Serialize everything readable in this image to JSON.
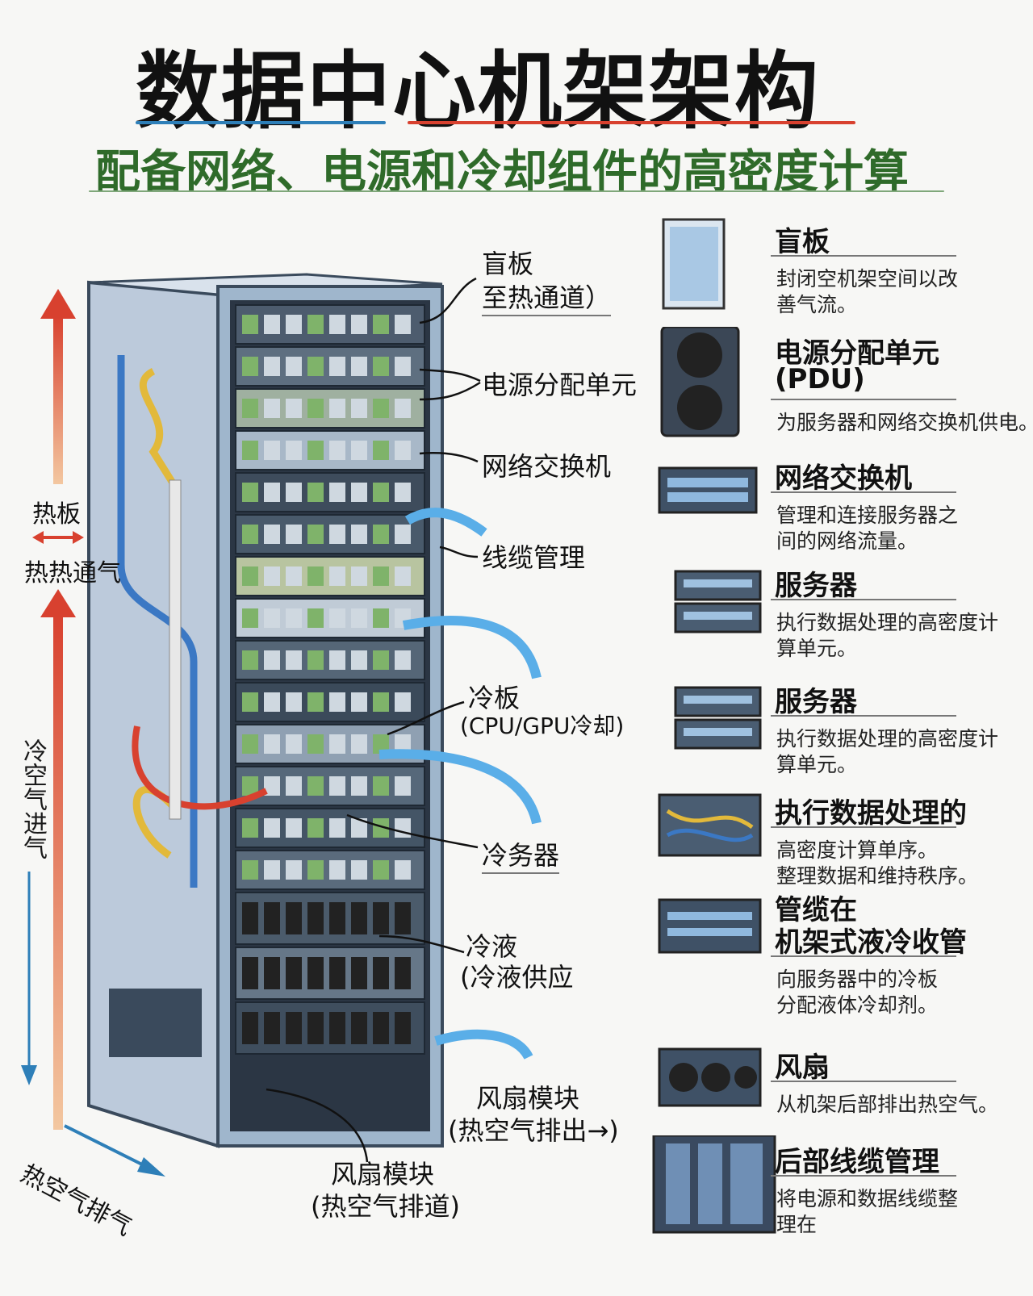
{
  "header": {
    "title": "数据中心机架架构",
    "subtitle": "配备网络、电源和冷却组件的高密度计算"
  },
  "colors": {
    "accent_green": "#2f6b2a",
    "hot_red": "#d8412f",
    "cool_blue": "#2e7fb8",
    "rack_frame": "#9fb6cc"
  },
  "callouts": {
    "blank_panel": [
      "盲板",
      "至热通道）"
    ],
    "pdu": "电源分配单元",
    "switch": "网络交换机",
    "cable_mgmt": "线缆管理",
    "cold_plate": [
      "冷板",
      "(CPU/GPU冷却)"
    ],
    "server": "冷务器",
    "coolant": [
      "冷液",
      "(冷液供应"
    ],
    "fan_module_right": [
      "风扇模块",
      "(热空气排出→)"
    ],
    "fan_module_bottom": [
      "风扇模块",
      "(热空气排道)"
    ]
  },
  "airflow": {
    "hot_plate": "热板",
    "hot_vent": "热热通气",
    "cold_intake": "冷空气进气",
    "hot_exhaust": "热空气排气"
  },
  "legend": [
    {
      "icon": "blank-panel-icon",
      "title": [
        "盲板"
      ],
      "desc": [
        "封闭空机架空间以改",
        "善气流。"
      ]
    },
    {
      "icon": "pdu-icon",
      "title": [
        "电源分配单元",
        "(PDU)"
      ],
      "desc": [
        "为服务器和网络交换机供电。"
      ]
    },
    {
      "icon": "network-switch-icon",
      "title": [
        "网络交换机"
      ],
      "desc": [
        "管理和连接服务器之",
        "间的网络流量。"
      ]
    },
    {
      "icon": "server-icon",
      "title": [
        "服务器"
      ],
      "desc": [
        "执行数据处理的高密度计",
        "算单元。"
      ]
    },
    {
      "icon": "server-icon",
      "title": [
        "服务器"
      ],
      "desc": [
        "执行数据处理的高密度计",
        "算单元。"
      ]
    },
    {
      "icon": "cable-server-icon",
      "title": [
        "执行数据处理的"
      ],
      "desc": [
        "高密度计算单序。",
        "整理数据和维持秩序。"
      ]
    },
    {
      "icon": "manifold-icon",
      "title": [
        "管缆在",
        "机架式液冷收管"
      ],
      "desc": [
        "向服务器中的冷板",
        "分配液体冷却剂。"
      ]
    },
    {
      "icon": "fan-icon",
      "title": [
        "风扇"
      ],
      "desc": [
        "从机架后部排出热空气。"
      ]
    },
    {
      "icon": "rear-cable-icon",
      "title": [
        "后部线缆管理"
      ],
      "desc": [
        "将电源和数据线缆整",
        "理在"
      ]
    }
  ]
}
